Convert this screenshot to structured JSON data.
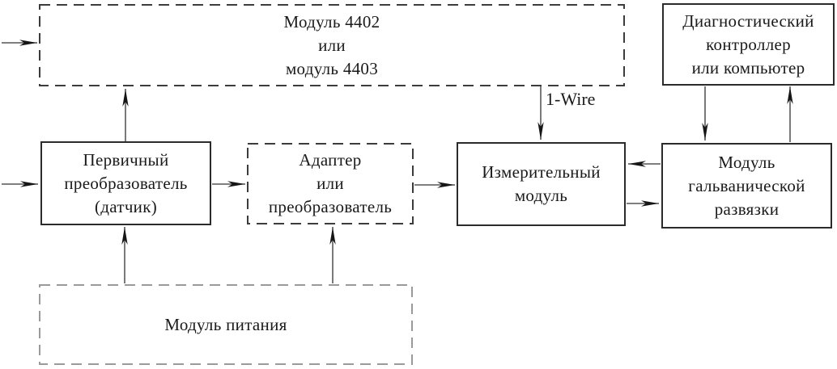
{
  "diagram": {
    "blocks": {
      "module_4402": {
        "lines": [
          "Модуль 4402",
          "или",
          "модуль 4403"
        ]
      },
      "diagnostic": {
        "lines": [
          "Диагностический",
          "контроллер",
          "или компьютер"
        ]
      },
      "primary": {
        "lines": [
          "Первичный",
          "преобразователь",
          "(датчик)"
        ]
      },
      "adapter": {
        "lines": [
          "Адаптер",
          "или",
          "преобразователь"
        ]
      },
      "measuring": {
        "lines": [
          "Измерительный",
          "модуль"
        ]
      },
      "galvanic": {
        "lines": [
          "Модуль",
          "гальванической",
          "развязки"
        ]
      },
      "power": {
        "lines": [
          "Модуль питания"
        ]
      }
    },
    "labels": {
      "one_wire": "1-Wire"
    },
    "colors": {
      "bg": "#ffffff",
      "text": "#1a1a1a",
      "line": "#333333",
      "arrow": "#161616",
      "box_border": "#2b2b2b",
      "dash_dark": "#3c3c3c",
      "dash_light": "#9a9a9a"
    }
  }
}
